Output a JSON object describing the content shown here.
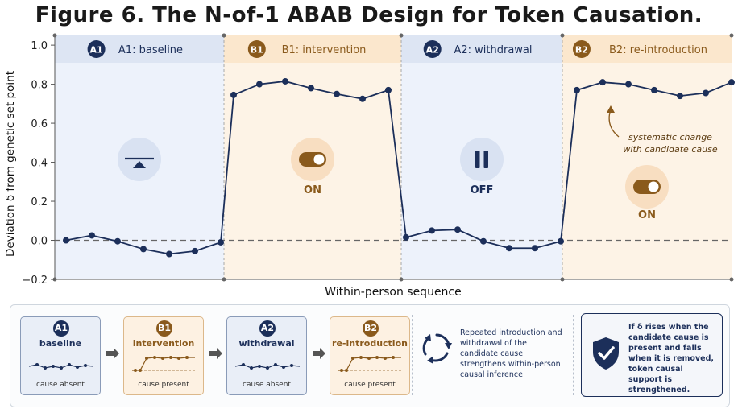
{
  "title": "Figure 6. The N-of-1 ABAB Design for Token Causation.",
  "chart_data": {
    "type": "line",
    "xlabel": "Within-person sequence",
    "ylabel": "Deviation δ from genetic set point",
    "ylim": [
      -0.2,
      1.05
    ],
    "yticks": [
      "−0.2",
      "0.0",
      "0.2",
      "0.4",
      "0.6",
      "0.8",
      "1.0"
    ],
    "ytick_values": [
      -0.2,
      0.0,
      0.2,
      0.4,
      0.6,
      0.8,
      1.0
    ],
    "reference_line": 0.0,
    "x_range": [
      0,
      42
    ],
    "phases": [
      {
        "badge": "A1",
        "label": "A1: baseline",
        "kind": "A",
        "start": 0,
        "end": 10.5,
        "status_label": "",
        "icon": "baseline-balance-icon"
      },
      {
        "badge": "B1",
        "label": "B1: intervention",
        "kind": "B",
        "start": 10.5,
        "end": 21.5,
        "status_label": "ON",
        "icon": "toggle-on-icon"
      },
      {
        "badge": "A2",
        "label": "A2: withdrawal",
        "kind": "A",
        "start": 21.5,
        "end": 31.5,
        "status_label": "OFF",
        "icon": "pause-icon"
      },
      {
        "badge": "B2",
        "label": "B2: re-introduction",
        "kind": "B",
        "start": 31.5,
        "end": 42,
        "status_label": "ON",
        "icon": "toggle-on-icon"
      }
    ],
    "series": [
      {
        "x": [
          0.7,
          2.3,
          3.9,
          5.5,
          7.1,
          8.7,
          10.3,
          11.1,
          12.7,
          14.3,
          15.9,
          17.5,
          19.1,
          20.7,
          21.8,
          23.4,
          25.0,
          26.6,
          28.2,
          29.8,
          31.4,
          32.4,
          34.0,
          35.6,
          37.2,
          38.8,
          40.4,
          42.0
        ],
        "y": [
          0.0,
          0.025,
          -0.005,
          -0.045,
          -0.07,
          -0.055,
          -0.01,
          0.745,
          0.8,
          0.815,
          0.78,
          0.75,
          0.725,
          0.77,
          0.015,
          0.05,
          0.055,
          -0.005,
          -0.04,
          -0.04,
          -0.005,
          0.77,
          0.81,
          0.8,
          0.77,
          0.74,
          0.755,
          0.81
        ]
      }
    ],
    "annotation": {
      "text_line1": "systematic change",
      "text_line2": "with candidate cause"
    }
  },
  "legend": {
    "cards": [
      {
        "badge": "A1",
        "title": "baseline",
        "subtitle": "cause absent",
        "kind": "A"
      },
      {
        "badge": "B1",
        "title": "intervention",
        "subtitle": "cause present",
        "kind": "B"
      },
      {
        "badge": "A2",
        "title": "withdrawal",
        "subtitle": "cause absent",
        "kind": "A"
      },
      {
        "badge": "B2",
        "title": "re-introduction",
        "subtitle": "cause present",
        "kind": "B"
      }
    ],
    "cycle_text": "Repeated introduction and withdrawal of the candidate cause strengthens within-person causal inference.",
    "callout_text": "If δ rises when the candidate cause is present and falls when it is removed, token causal support is strengthened."
  },
  "colors": {
    "navy": "#1c2f5a",
    "brown": "#8a5a1c",
    "a_fill": "#edf2fb",
    "b_fill": "#fdf3e6",
    "a_header": "#dde5f3",
    "b_header": "#fbe7cd"
  }
}
